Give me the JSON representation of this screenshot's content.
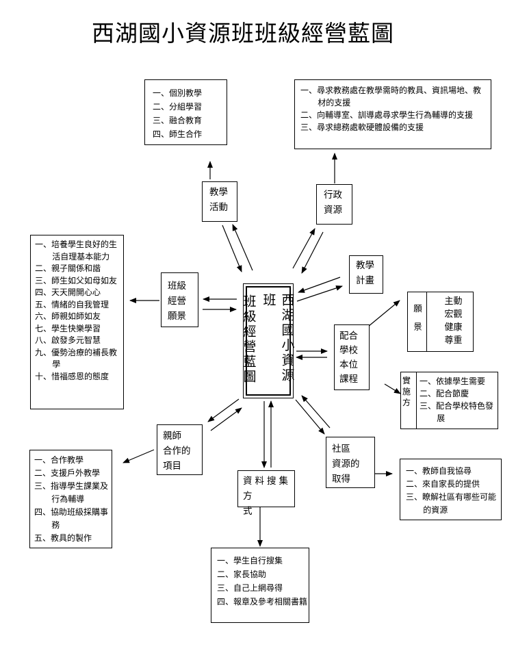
{
  "title": "西湖國小資源班班級經營藍圖",
  "center": {
    "col1": "西湖國小資源班",
    "col2": "班級經營藍圖"
  },
  "teaching": {
    "label_line1": "教學",
    "label_line2": "活動",
    "items": [
      "一、個別教學",
      "二、分組學習",
      "三、融合教育",
      "四、師生合作"
    ]
  },
  "admin": {
    "label_line1": "行政",
    "label_line2": "資源",
    "items": [
      "一、尋求教務處在教學需時的教具、資訊場地、教材的支援",
      "二、向輔導室、訓導處尋求學生行為輔導的支援",
      "三、尋求總務處軟硬體設備的支援"
    ]
  },
  "vision": {
    "label": [
      "班級",
      "經營",
      "願景"
    ],
    "items": [
      "一、培養學生良好的生活自理基本能力",
      "二、親子關係和諧",
      "三、師生如父如母如友",
      "四、天天開開心心",
      "五、情緒的自我管理",
      "六、師親如師如友",
      "七、學生快樂學習",
      "八、啟發多元智慧",
      "九、優勢治療的補長教學",
      "十、惜福感恩的態度"
    ]
  },
  "plan": {
    "label_line1": "教學",
    "label_line2": "計畫"
  },
  "curriculum": {
    "label": [
      "配合",
      "學校",
      "本位",
      "課程"
    ],
    "vision_title": "願景",
    "vision_items": [
      "主動",
      "宏觀",
      "健康",
      "尊重"
    ],
    "method_title": "實施方",
    "method_items": [
      "一、依據學生需要",
      "二、配合節慶",
      "三、配合學校特色發展"
    ]
  },
  "parent": {
    "label": [
      "親師",
      "合作的",
      "項目"
    ],
    "items": [
      "一、合作教學",
      "二、支援戶外教學",
      "三、指導學生課業及行為輔導",
      "四、協助班級採購事務",
      "五、教具的製作"
    ]
  },
  "data_collect": {
    "label_line1": "資料搜集",
    "label_line2": "方式",
    "items": [
      "一、學生自行搜集",
      "二、家長協助",
      "三、自己上網尋得",
      "四、報章及參考相關書籍"
    ]
  },
  "community": {
    "label": [
      "社區",
      "資源的",
      "取得"
    ],
    "items": [
      "一、教師自我協尋",
      "二、來自家長的提供",
      "三、瞭解社區有哪些可能的資源"
    ]
  }
}
